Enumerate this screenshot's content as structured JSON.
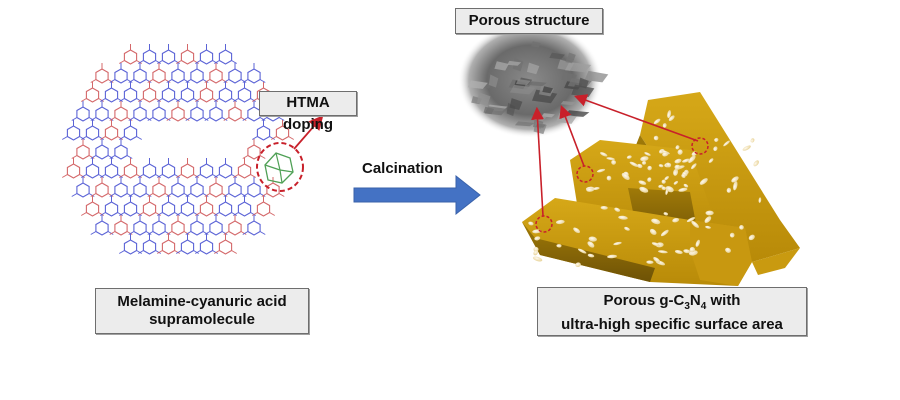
{
  "figure": {
    "left_panel": {
      "structure": "melamine-cyanuric acid hydrogen-bonded network",
      "highlight_label": "HTMA doping",
      "caption_line1": "Melamine-cyanuric acid",
      "caption_line2": "supramolecule",
      "colors": {
        "melamine": "#5b63d6",
        "cyanuric_acid": "#d4686a",
        "htma": "#4fa055",
        "highlight_ring": "#c8202a"
      }
    },
    "process": {
      "label": "Calcination",
      "arrow_color": "#4472c4"
    },
    "right_panel": {
      "inset_label": "Porous structure",
      "caption_pre": "Porous g-C",
      "caption_sub1": "3",
      "caption_mid": "N",
      "caption_sub2": "4",
      "caption_post": " with",
      "caption_line2": "ultra-high specific surface area",
      "colors": {
        "rod_face": "#c99a10",
        "rod_dark": "#8a6a08",
        "pore": "#f6ecd0",
        "pointer": "#c8202a"
      }
    }
  }
}
